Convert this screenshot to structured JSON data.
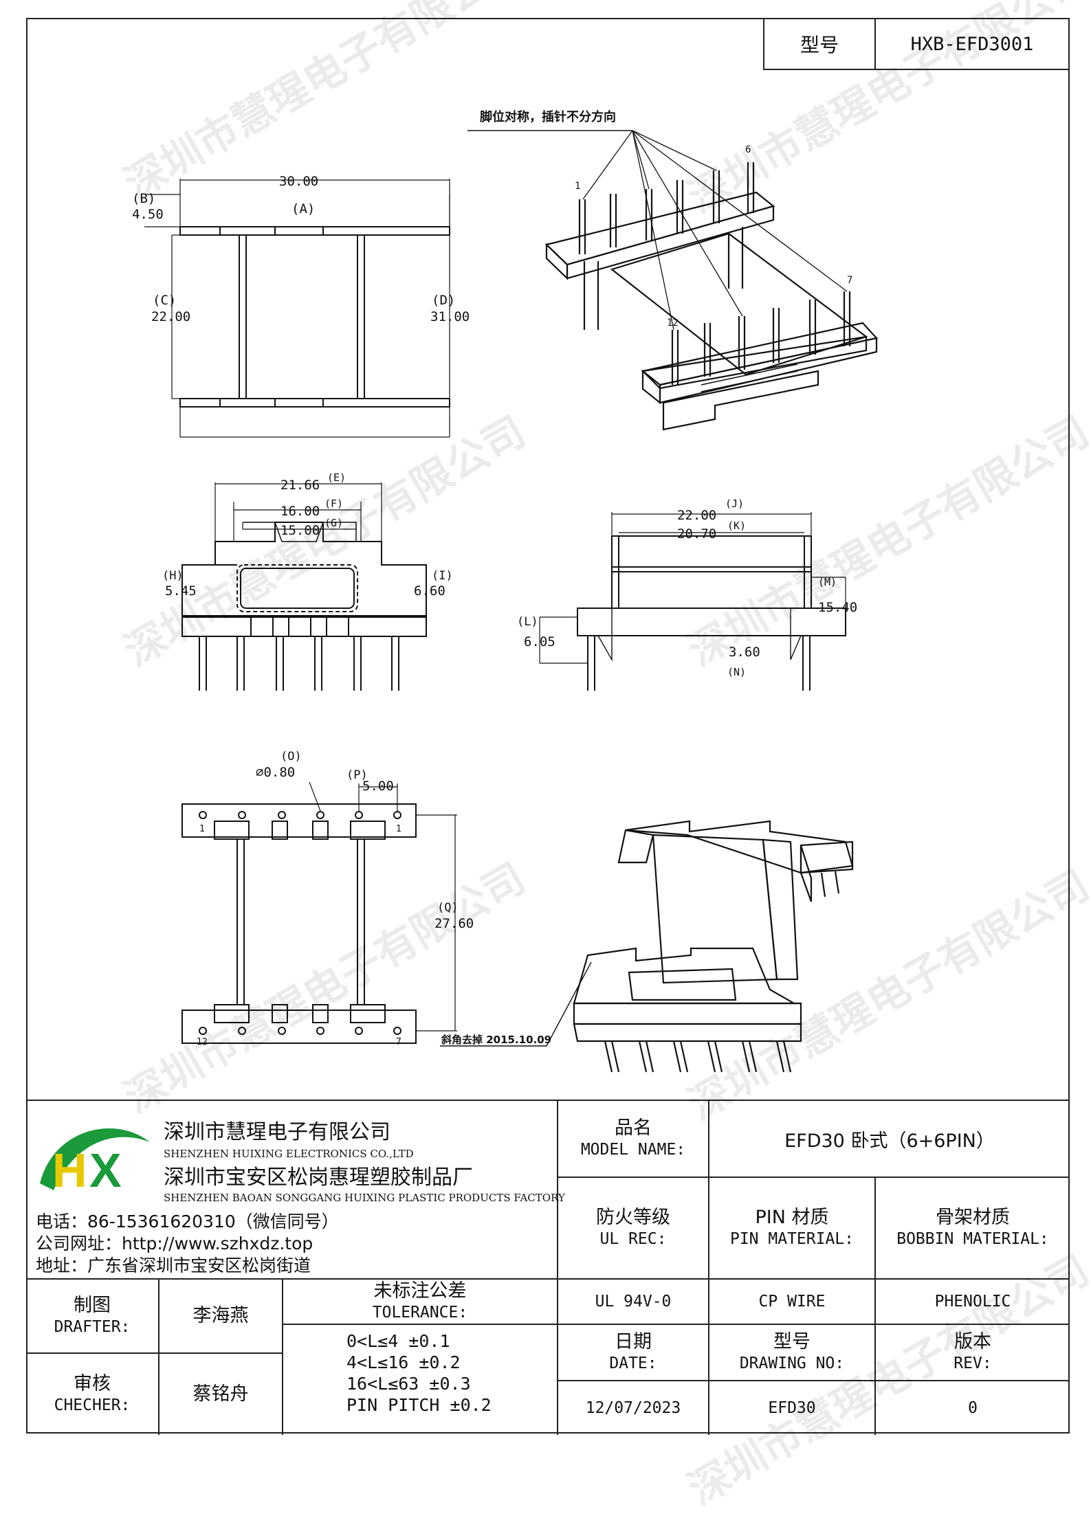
{
  "header": {
    "model_label": "型号",
    "model_value": "HXB-EFD3001"
  },
  "drawing": {
    "note": "脚位对称，插针不分方向",
    "dims": {
      "A": "30.00",
      "B": "4.50",
      "C": "22.00",
      "D": "31.00",
      "E": "21.66",
      "F": "16.00",
      "G": "15.00",
      "H": "5.45",
      "I": "6.60",
      "J": "22.00",
      "K": "20.70",
      "L": "6.05",
      "M": "15.40",
      "N": "3.60",
      "O": "⌀0.80",
      "P": "5.00",
      "Q": "27.60"
    },
    "dim_letters": {
      "A": "(A)",
      "B": "(B)",
      "C": "(C)",
      "D": "(D)",
      "E": "(E)",
      "F": "(F)",
      "G": "(G)",
      "H": "(H)",
      "I": "(I)",
      "J": "(J)",
      "K": "(K)",
      "L": "(L)",
      "M": "(M)",
      "N": "(N)",
      "O": "(O)",
      "P": "(P)",
      "Q": "(Q)"
    },
    "pins": {
      "p1": "1",
      "p6": "6",
      "p7": "7",
      "p12": "12"
    },
    "chamfer_note": "斜角去掉 2015.10.09"
  },
  "company": {
    "name_cn": "深圳市慧瑆电子有限公司",
    "name_en": "SHENZHEN HUIXING ELECTRONICS CO.,LTD",
    "factory_cn": "深圳市宝安区松岗惠瑆塑胶制品厂",
    "factory_en": "SHENZHEN BAOAN SONGGANG HUIXING PLASTIC PRODUCTS FACTORY",
    "phone": "电话：86-15361620310（微信同号）",
    "website": "公司网址：http://www.szhxdz.top",
    "address": "地址：广东省深圳市宝安区松岗街道",
    "logo_text": "HX",
    "logo_colors": {
      "h": "#e8c800",
      "x": "#1a9a3a"
    }
  },
  "table": {
    "model_name_cn": "品名",
    "model_name_en": "MODEL NAME:",
    "model_name_value": "EFD30 卧式（6+6PIN）",
    "ul_cn": "防火等级",
    "ul_en": "UL REC:",
    "pin_mat_cn": "PIN 材质",
    "pin_mat_en": "PIN MATERIAL:",
    "bobbin_cn": "骨架材质",
    "bobbin_en": "BOBBIN MATERIAL:",
    "ul_value": "UL 94V-0",
    "pin_value": "CP WIRE",
    "bobbin_value": "PHENOLIC",
    "drafter_cn": "制图",
    "drafter_en": "DRAFTER:",
    "drafter_name": "李海燕",
    "checker_cn": "审核",
    "checker_en": "CHECHER:",
    "checker_name": "蔡铭舟",
    "tolerance_cn": "未标注公差",
    "tolerance_en": "TOLERANCE:",
    "tol_rows": [
      "0<L≤4  ±0.1",
      "4<L≤16 ±0.2",
      "16<L≤63 ±0.3",
      "PIN PITCH ±0.2"
    ],
    "date_cn": "日期",
    "date_en": "DATE:",
    "drawing_no_cn": "型号",
    "drawing_no_en": "DRAWING NO:",
    "rev_cn": "版本",
    "rev_en": "REV:",
    "date_value": "12/07/2023",
    "drawing_no_value": "EFD30",
    "rev_value": "0"
  },
  "watermark": "深圳市慧瑆电子有限公司"
}
